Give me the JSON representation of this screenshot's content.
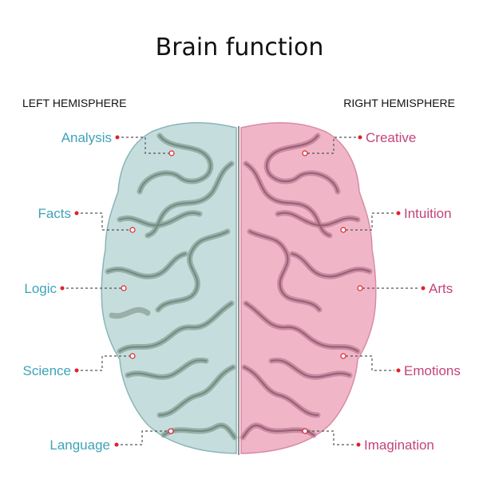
{
  "title": "Brain function",
  "left_hemisphere": {
    "heading": "LEFT HEMISPHERE",
    "labels": [
      "Analysis",
      "Facts",
      "Logic",
      "Science",
      "Language"
    ]
  },
  "right_hemisphere": {
    "heading": "RIGHT HEMISPHERE",
    "labels": [
      "Creative",
      "Intuition",
      "Arts",
      "Emotions",
      "Imagination"
    ]
  },
  "colors": {
    "left_hemisphere_fill": "#c5dedd",
    "right_hemisphere_fill": "#f0b6c8",
    "left_label_text": "#3fa3b8",
    "right_label_text": "#c2447a",
    "marker": "#e0212c"
  }
}
